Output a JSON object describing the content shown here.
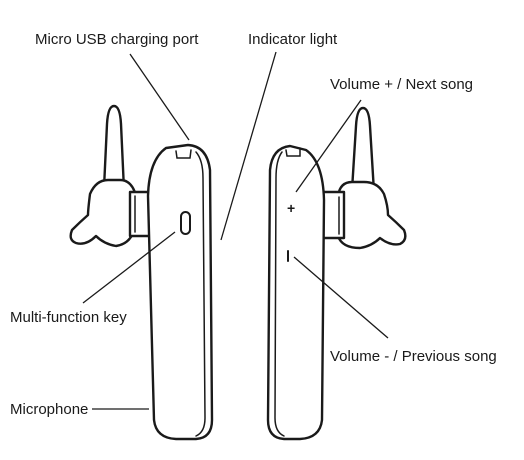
{
  "labels": {
    "micro_usb_port": "Micro USB charging port",
    "indicator_light": "Indicator light",
    "volume_up": "Volume + / Next song",
    "multi_function_key": "Multi-function key",
    "volume_down": "Volume - / Previous song",
    "microphone": "Microphone"
  },
  "symbols": {
    "plus": "+"
  },
  "colors": {
    "ink": "#1a1a1a",
    "background": "#ffffff"
  }
}
